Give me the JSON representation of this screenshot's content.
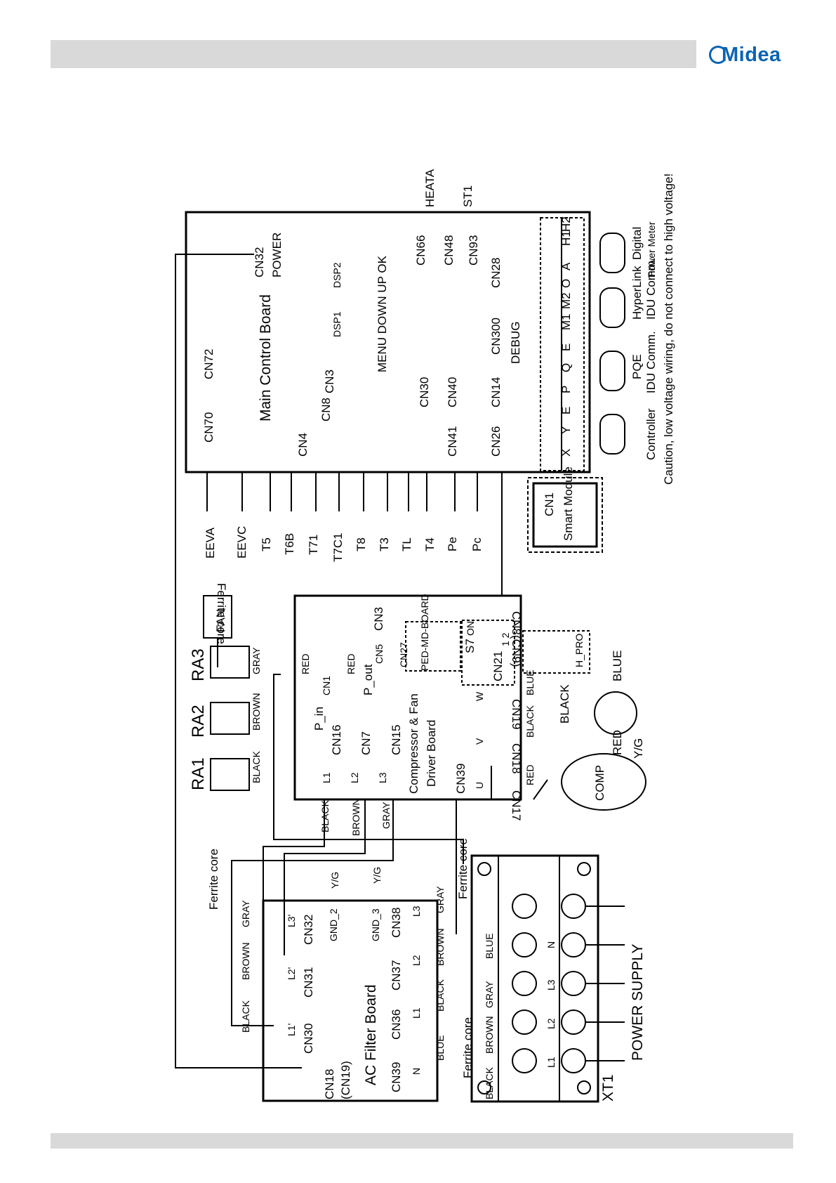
{
  "header": {
    "brand": "Midea"
  },
  "colors": {
    "header_bar": "#d9d9d9",
    "brand": "#0a64b4",
    "line": "#000000"
  },
  "main_board": {
    "title": "Main Control Board",
    "ports": {
      "cn70": "CN70",
      "cn72": "CN72",
      "cn4": "CN4",
      "cn8": "CN8",
      "cn3": "CN3",
      "cn30": "CN30",
      "cn40": "CN40",
      "cn41": "CN41",
      "cn14": "CN14",
      "cn26": "CN26",
      "cn300": "CN300",
      "cn28": "CN28",
      "cn93": "CN93",
      "cn48": "CN48",
      "cn66": "CN66",
      "cn32": "CN32"
    },
    "power_label": "POWER",
    "debug_label": "DEBUG",
    "dsp1": "DSP1",
    "dsp2": "DSP2",
    "button_labels": "MENU DOWN UP  OK",
    "heater": "HEATA",
    "st1": "ST1",
    "terminal_labels": [
      "X",
      "Y",
      "E",
      "P",
      "Q",
      "E",
      "M1",
      "M2",
      "O",
      "A",
      "H1",
      "H2"
    ],
    "bus_labels": {
      "xye": "Controller",
      "pqe_a": "PQE",
      "pqe_b": "IDU Comm.",
      "m1m2_a": "HyperLink",
      "m1m2_b": "IDU Comm.",
      "oa_a": "Digital",
      "oa_b": "Power Meter"
    },
    "caution": "Caution, low voltage wiring, do not connect to high voltage!"
  },
  "smart_module": {
    "port": "CN1",
    "title": "Smart Module"
  },
  "sensors": [
    "EEVA",
    "EEVC",
    "T5",
    "T6B",
    "T71",
    "T7C1",
    "T8",
    "T3",
    "TL",
    "T4",
    "Pe",
    "Pc"
  ],
  "ferrite_core": "Ferrite core",
  "fan": "FAN",
  "reactors": [
    {
      "name": "RA3",
      "wire": "GRAY"
    },
    {
      "name": "RA2",
      "wire": "BROWN"
    },
    {
      "name": "RA1",
      "wire": "BLACK"
    }
  ],
  "driver_board": {
    "title_1": "Compressor & Fan",
    "title_2": "Driver Board",
    "cn8": "CN8(CN9)",
    "cn3": "CN3",
    "cn27": "CN27",
    "ped": "PED-MD-BOARD",
    "s7": "S7",
    "on": "ON",
    "switch_nums": "1 2",
    "cn21": "CN21",
    "h_pro": "H_PRO",
    "cn5": "CN5",
    "cn1": "CN1",
    "p_in": "P_in",
    "p_out": "P_out",
    "red": "RED",
    "cn16": "CN16",
    "cn7": "CN7",
    "cn15": "CN15",
    "cn39": "CN39",
    "cn17": "CN17",
    "cn18": "CN18",
    "cn19": "CN19",
    "l1": "L1",
    "l2": "L2",
    "l3": "L3",
    "u": "U",
    "v": "V",
    "w": "W"
  },
  "wires": {
    "black": "BLACK",
    "brown": "BROWN",
    "gray": "GRAY",
    "blue": "BLUE",
    "red": "RED",
    "yg": "Y/G"
  },
  "compressor": "COMP",
  "motor_colors": {
    "black": "BLACK",
    "blue": "BLUE",
    "red": "RED"
  },
  "ac_filter": {
    "title": "AC Filter Board",
    "cn18": "CN18",
    "cn19": "(CN19)",
    "ports": [
      "CN30",
      "CN31",
      "CN32",
      "CN36",
      "CN37",
      "CN38",
      "CN39"
    ],
    "l1p": "L1'",
    "l2p": "L2'",
    "l3p": "L3'",
    "l1": "L1",
    "l2": "L2",
    "l3": "L3",
    "n": "N",
    "gnd2": "GND_2",
    "gnd3": "GND_3"
  },
  "terminal_block": {
    "name": "XT1",
    "labels": [
      "L1",
      "L2",
      "L3",
      "N"
    ],
    "power_supply": "POWER SUPPLY"
  }
}
